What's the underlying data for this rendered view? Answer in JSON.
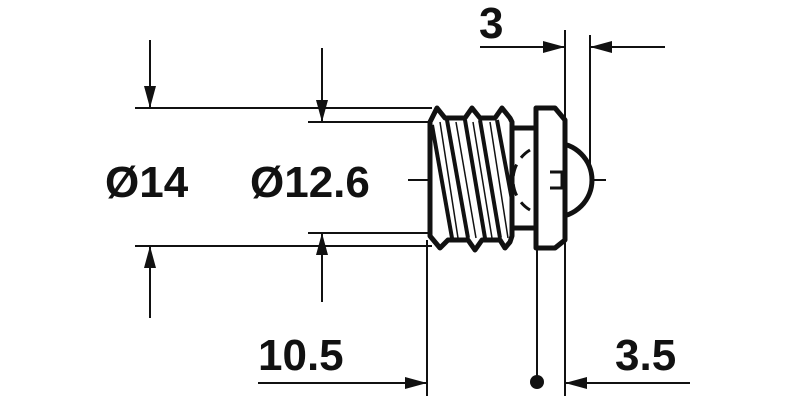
{
  "drawing": {
    "dimensions": {
      "outer_diameter": "Ø14",
      "inner_diameter": "Ø12.6",
      "head_offset": "3",
      "length": "10.5",
      "ball_projection": "3.5"
    },
    "line_color": "#111111"
  }
}
